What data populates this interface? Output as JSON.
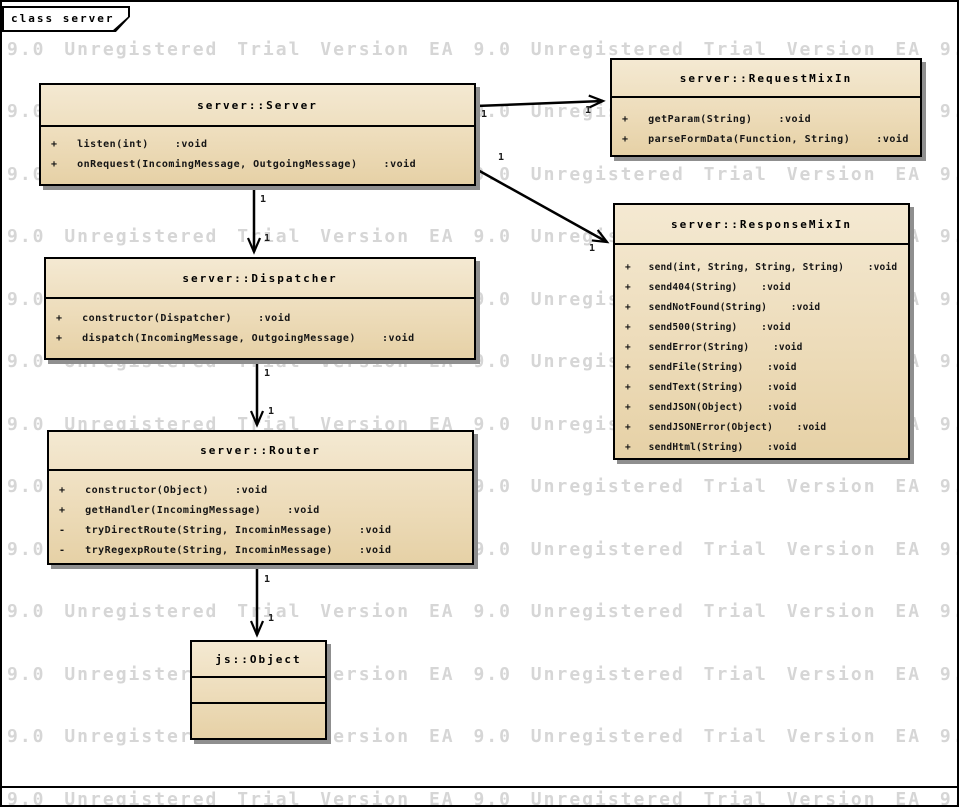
{
  "frame": {
    "label": "class server"
  },
  "watermark": {
    "text": "9.0  Unregistered  Trial  Version   EA  9.0  Unregistered  Trial  Version   EA  9.0  Un"
  },
  "classes": [
    {
      "name": "server::Server",
      "operations": [
        "+   listen(int)    :void",
        "+   onRequest(IncomingMessage, OutgoingMessage)    :void"
      ]
    },
    {
      "name": "server::RequestMixIn",
      "operations": [
        "+   getParam(String)    :void",
        "+   parseFormData(Function, String)    :void"
      ]
    },
    {
      "name": "server::ResponseMixIn",
      "operations": [
        "+   send(int, String, String, String)    :void",
        "+   send404(String)    :void",
        "+   sendNotFound(String)    :void",
        "+   send500(String)    :void",
        "+   sendError(String)    :void",
        "+   sendFile(String)    :void",
        "+   sendText(String)    :void",
        "+   sendJSON(Object)    :void",
        "+   sendJSONError(Object)    :void",
        "+   sendHtml(String)    :void"
      ]
    },
    {
      "name": "server::Dispatcher",
      "operations": [
        "+   constructor(Dispatcher)    :void",
        "+   dispatch(IncomingMessage, OutgoingMessage)    :void"
      ]
    },
    {
      "name": "server::Router",
      "operations": [
        "+   constructor(Object)    :void",
        "+   getHandler(IncomingMessage)    :void",
        "-   tryDirectRoute(String, IncominMessage)    :void",
        "-   tryRegexpRoute(String, IncominMessage)    :void"
      ]
    },
    {
      "name": "js::Object",
      "operations": []
    }
  ],
  "connectors": [
    {
      "from": "server::Server",
      "to": "server::RequestMixIn",
      "source_multiplicity": "1",
      "target_multiplicity": "1"
    },
    {
      "from": "server::Server",
      "to": "server::ResponseMixIn",
      "source_multiplicity": "1",
      "target_multiplicity": "1"
    },
    {
      "from": "server::Server",
      "to": "server::Dispatcher",
      "source_multiplicity": "1",
      "target_multiplicity": "1"
    },
    {
      "from": "server::Dispatcher",
      "to": "server::Router",
      "source_multiplicity": "1",
      "target_multiplicity": "1"
    },
    {
      "from": "server::Router",
      "to": "js::Object",
      "source_multiplicity": "1",
      "target_multiplicity": "1"
    }
  ],
  "colors": {
    "class_fill_top": "#f4e9d2",
    "class_fill_bottom": "#e6d1a6",
    "border": "#000000",
    "shadow": "#8f8f8f",
    "watermark": "#d6d6d6"
  }
}
